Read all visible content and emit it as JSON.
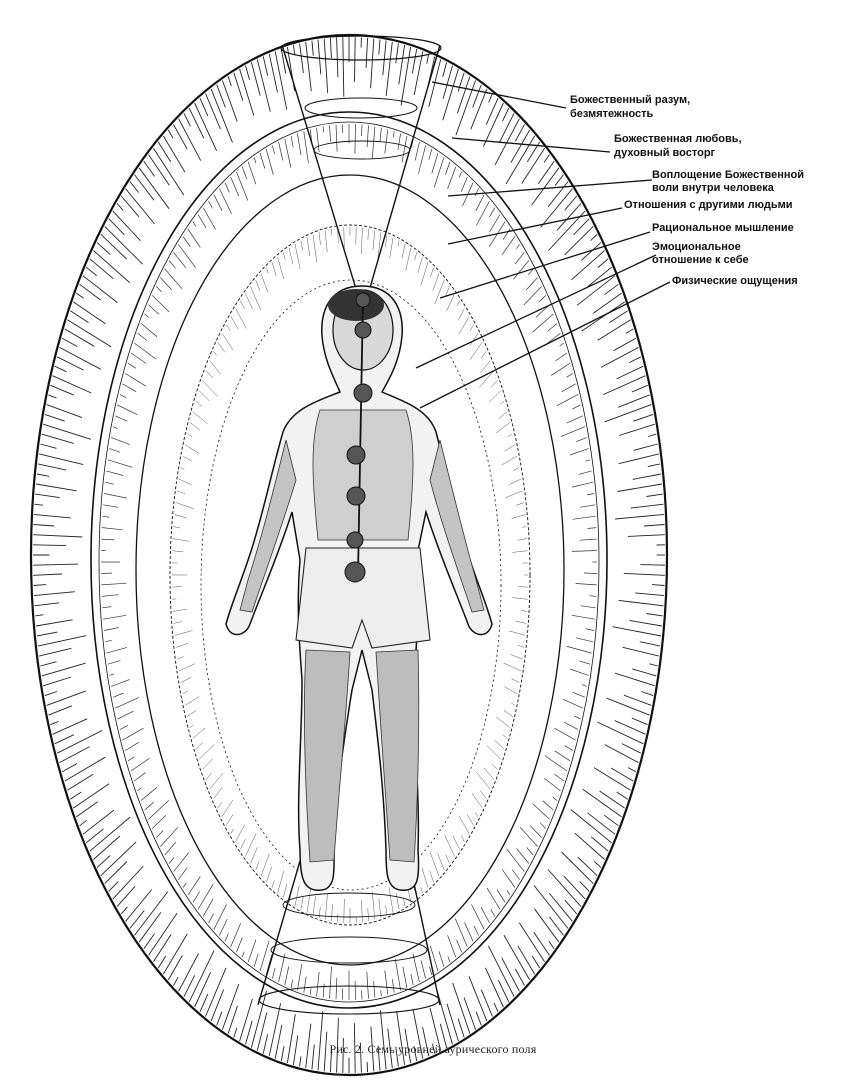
{
  "figure": {
    "labels": [
      {
        "lines": [
          "Божественный разум,",
          "безмятежность"
        ]
      },
      {
        "lines": [
          "Божественная любовь,",
          "духовный восторг"
        ]
      },
      {
        "lines": [
          "Воплощение Божественной",
          "воли внутри человека"
        ]
      },
      {
        "lines": [
          "Отношения с другими людьми"
        ]
      },
      {
        "lines": [
          "Рациональное мышление"
        ]
      },
      {
        "lines": [
          "Эмоциональное",
          "отношение к себе"
        ]
      },
      {
        "lines": [
          "Физические ощущения"
        ]
      }
    ],
    "caption": "Рис. 2. Семь уровней аурического поля"
  },
  "colors": {
    "ink": "#111111",
    "paper": "#ffffff"
  }
}
